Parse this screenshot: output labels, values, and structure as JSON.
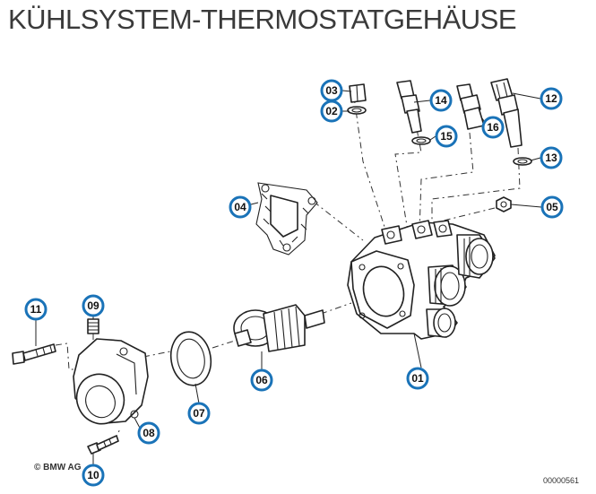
{
  "title": "KÜHLSYSTEM-THERMOSTATGEHÄUSE",
  "copyright": "© BMW AG",
  "image_code": "00000561",
  "callout_color": "#1a73b8",
  "callouts": [
    "01",
    "02",
    "03",
    "04",
    "05",
    "06",
    "07",
    "08",
    "09",
    "10",
    "11",
    "12",
    "13",
    "14",
    "15",
    "16"
  ]
}
